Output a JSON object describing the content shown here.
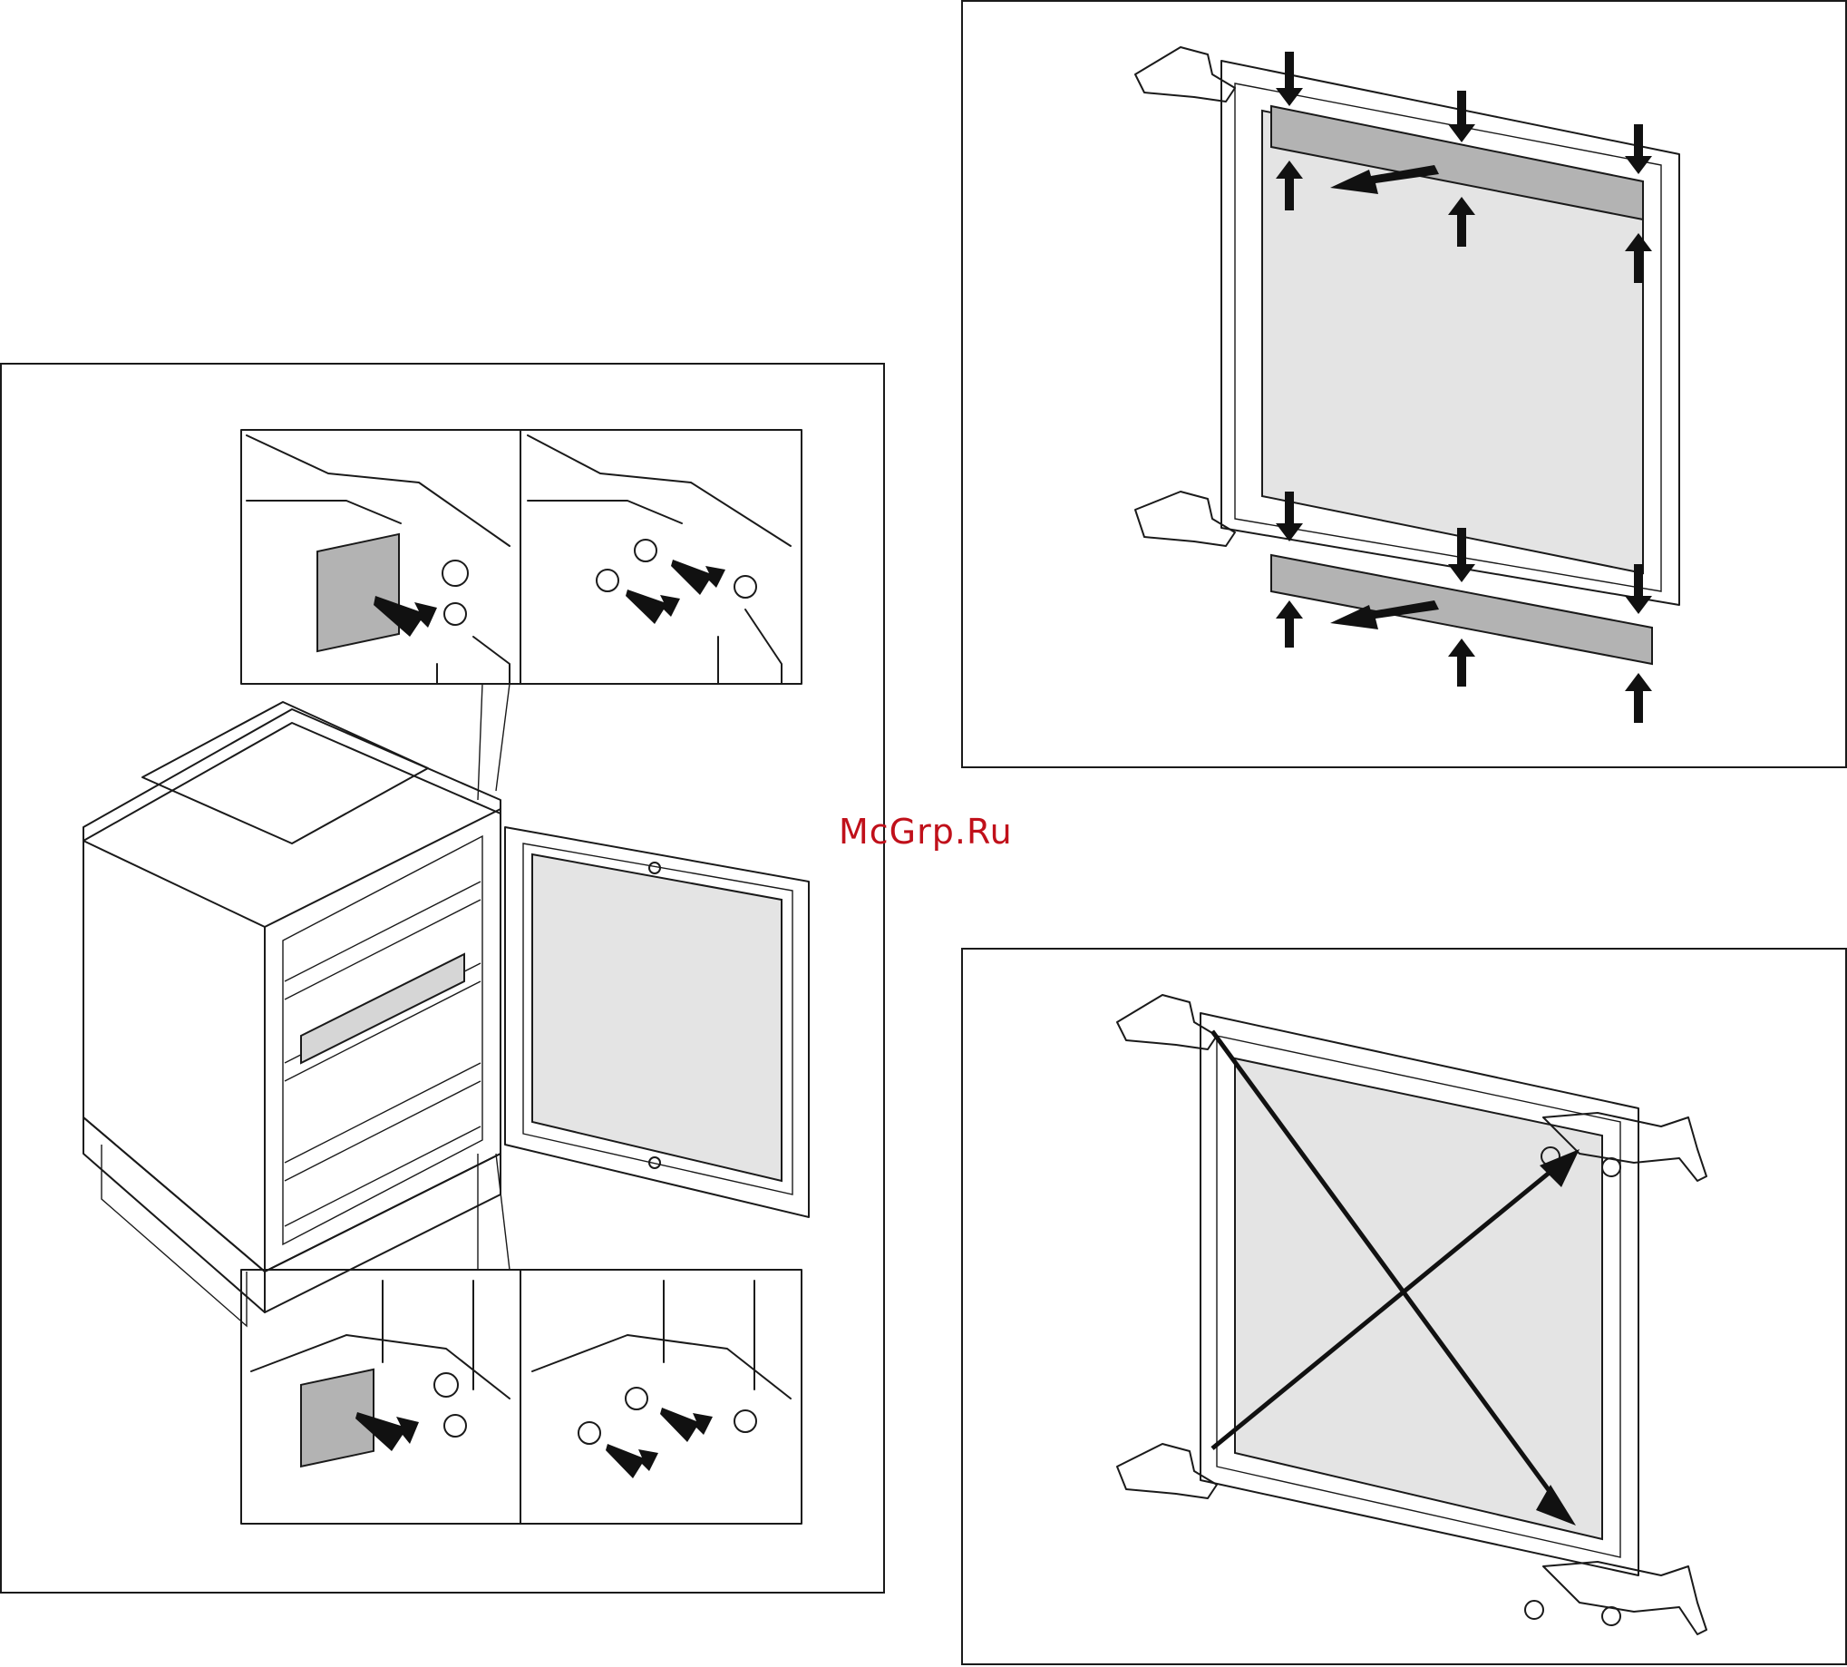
{
  "watermark": {
    "text": "McGrp.Ru",
    "color": "#c0101a"
  },
  "panels": [
    {
      "id": "main-appliance",
      "description_icon": "wine-cooler-with-hinge-details"
    },
    {
      "id": "door-cover-strips",
      "description_icon": "door-panel-with-strips"
    },
    {
      "id": "door-hinge-swap",
      "description_icon": "door-panel-with-crossed-arrows"
    }
  ],
  "colors": {
    "line": "#1a1a1a",
    "glass": "#e4e4e4",
    "strip": "#b3b3b3",
    "arrow": "#111111"
  }
}
